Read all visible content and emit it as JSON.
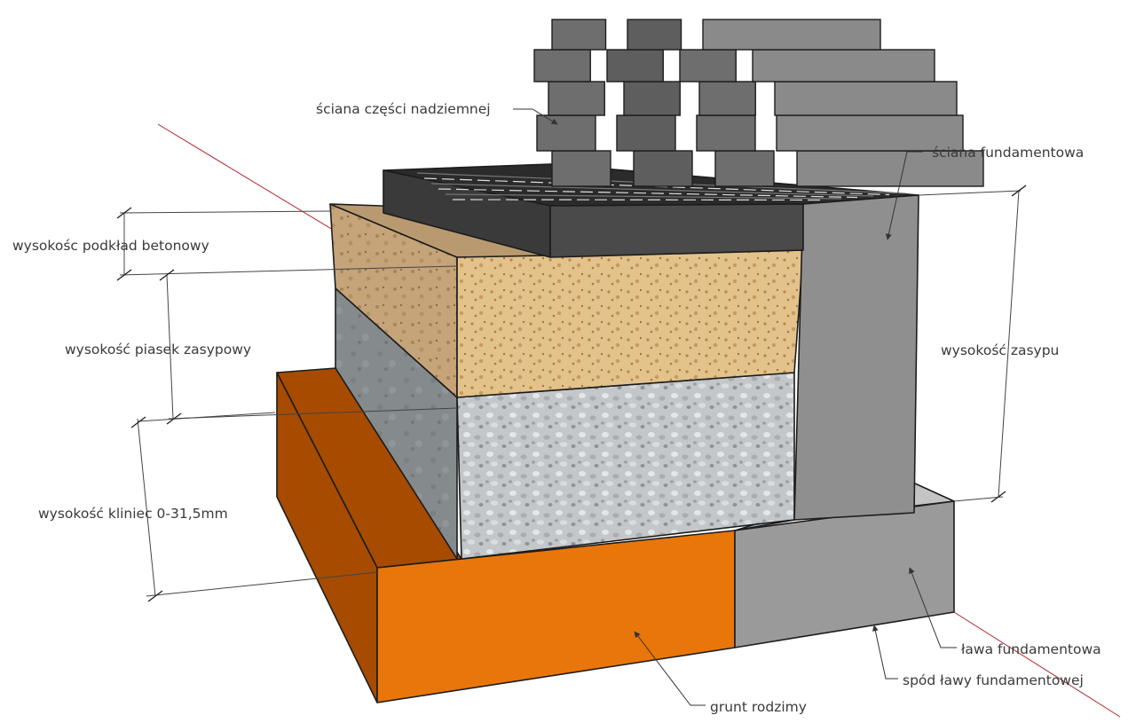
{
  "labels": {
    "wall_above_ground": "ściana części nadziemnej",
    "foundation_wall": "ściana fundamentowa",
    "concrete_base_height": "wysokośc podkład betonowy",
    "backfill_sand_height": "wysokość piasek zasypowy",
    "aggregate_height": "wysokość kliniec 0-31,5mm",
    "backfill_height": "wysokość zasypu",
    "footing": "ława fundamentowa",
    "footing_bottom": "spód ławy fundamentowej",
    "native_soil": "grunt rodzimy"
  },
  "colors": {
    "native_soil": "#e8760a",
    "native_soil_dark": "#a64b00",
    "sand": "#dcb778",
    "sand_dark": "#bfa078",
    "aggregate": "#c9cbcc",
    "aggregate_side": "#7f8385",
    "concrete_wall": "#8f8f8f",
    "footing": "#9a9a9a",
    "slab": "#4a4a4a",
    "brick": "#6e6e6e",
    "axis_line": "#b3222a"
  }
}
